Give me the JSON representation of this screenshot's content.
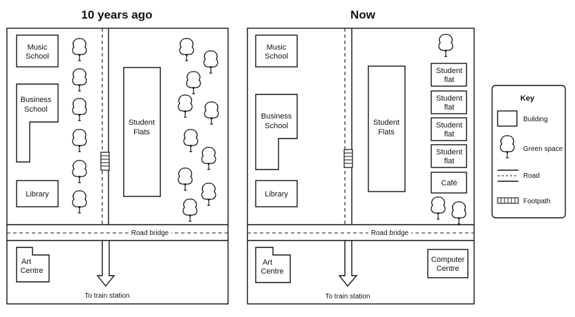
{
  "maps": {
    "past": {
      "title": "10 years ago",
      "music_school": [
        "Music",
        "School"
      ],
      "business_school": [
        "Business",
        "School"
      ],
      "library": "Library",
      "student_flats": [
        "Student",
        "Flats"
      ],
      "road_bridge": "Road bridge",
      "art_centre": [
        "Art",
        "Centre"
      ],
      "train": "To train station"
    },
    "now": {
      "title": "Now",
      "music_school": [
        "Music",
        "School"
      ],
      "business_school": [
        "Business",
        "School"
      ],
      "library": "Library",
      "student_flats": [
        "Student",
        "Flats"
      ],
      "student_flat_blocks": [
        [
          "Student",
          "flat"
        ],
        [
          "Student",
          "flat"
        ],
        [
          "Student",
          "flat"
        ],
        [
          "Student",
          "flat"
        ]
      ],
      "cafe": "Café",
      "road_bridge": "Road bridge",
      "art_centre": [
        "Art",
        "Centre"
      ],
      "computer_centre": [
        "Computer",
        "Centre"
      ],
      "train": "To train station"
    }
  },
  "key": {
    "title": "Key",
    "items": [
      {
        "icon": "building-icon",
        "label": "Building"
      },
      {
        "icon": "tree-icon",
        "label": "Green space"
      },
      {
        "icon": "road-icon",
        "label": "Road"
      },
      {
        "icon": "footpath-icon",
        "label": "Footpath"
      }
    ]
  },
  "colors": {
    "ink": "#111111",
    "background": "#ffffff"
  }
}
